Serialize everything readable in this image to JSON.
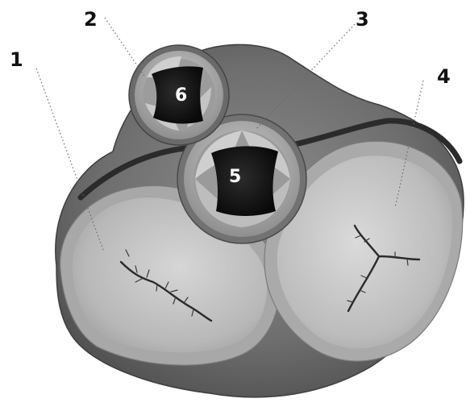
{
  "figure": {
    "callouts": [
      {
        "id": "1",
        "label": "1"
      },
      {
        "id": "2",
        "label": "2"
      },
      {
        "id": "3",
        "label": "3"
      },
      {
        "id": "4",
        "label": "4"
      }
    ],
    "inner_labels": [
      {
        "id": "5",
        "label": "5"
      },
      {
        "id": "6",
        "label": "6"
      }
    ],
    "colors": {
      "outer_tissue": "#6f6f6f",
      "outer_tissue_light": "#8a8a8a",
      "annulus_ring": "#a9a9a9",
      "leaflet_surface": "#c2c2c2",
      "orifice_dark": "#1a1a1a",
      "background": "#ffffff"
    }
  }
}
